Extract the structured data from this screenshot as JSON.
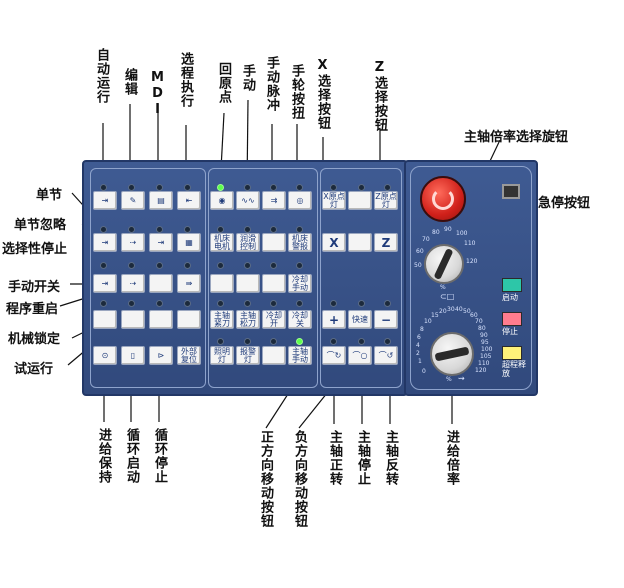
{
  "top_labels": {
    "auto_run": "自动运行",
    "edit": "编辑",
    "mdi": "MDI",
    "select_exec": "选程执行",
    "home": "回原点",
    "manual": "手动",
    "jog_pulse": "手动脉冲",
    "handwheel_btn": "手轮按扭",
    "x_select_btn": "X选择按钮",
    "z_select_btn": "Z选择按钮",
    "spindle_override_knob": "主轴倍率选择旋钮",
    "estop_btn": "急停按钮"
  },
  "left_labels": {
    "single_block": "单节",
    "single_block_skip": "单节忽略",
    "optional_stop": "选择性停止",
    "manual_switch": "手动开关",
    "program_restart": "程序重启",
    "machine_lock": "机械锁定",
    "dry_run": "试运行"
  },
  "bottom_labels": {
    "feed_hold": "进给保持",
    "cycle_start": "循环启动",
    "cycle_stop": "循环停止",
    "pos_move_btn": "正方向移动按钮",
    "neg_move_btn": "负方向移动按钮",
    "spindle_fwd": "主轴正转",
    "spindle_stop": "主轴停止",
    "spindle_rev": "主轴反转",
    "feed_override": "进给倍率"
  },
  "keys": {
    "machine_power": "机床电机",
    "lube_control": "润滑控制",
    "machine_alarm": "机床警报",
    "coolant_manual": "冷却手动",
    "spindle_clamp": "主轴紧刀",
    "spindle_unclamp": "主轴松刀",
    "coolant_on": "冷却开",
    "coolant_off": "冷却关",
    "lighting": "照明灯",
    "alarm_light": "报警灯",
    "spindle_manual": "主轴手动",
    "external_reset": "外部复位",
    "x_home": "X原点灯",
    "z_home": "Z原点灯",
    "x_key": "X",
    "z_key": "Z",
    "plus_key": "+",
    "rapid_key": "快速",
    "minus_key": "−"
  },
  "panel_buttons": {
    "start": "启动",
    "stop": "停止",
    "overtravel_release": "超程释放"
  },
  "spindle_scale": [
    "50",
    "60",
    "70",
    "80",
    "90",
    "100",
    "110",
    "120",
    "%"
  ],
  "feed_scale": [
    "0",
    "1",
    "2",
    "4",
    "6",
    "8",
    "10",
    "15",
    "20",
    "30",
    "40",
    "50",
    "60",
    "70",
    "80",
    "90",
    "95",
    "100",
    "105",
    "110",
    "120",
    "%"
  ],
  "colors": {
    "panel": "#3a548a",
    "estop": "#d0201a",
    "start_btn": "#2dc6a8",
    "stop_btn": "#ff7c8e",
    "release_btn": "#fff27a",
    "led_on": "#5cff4c"
  }
}
